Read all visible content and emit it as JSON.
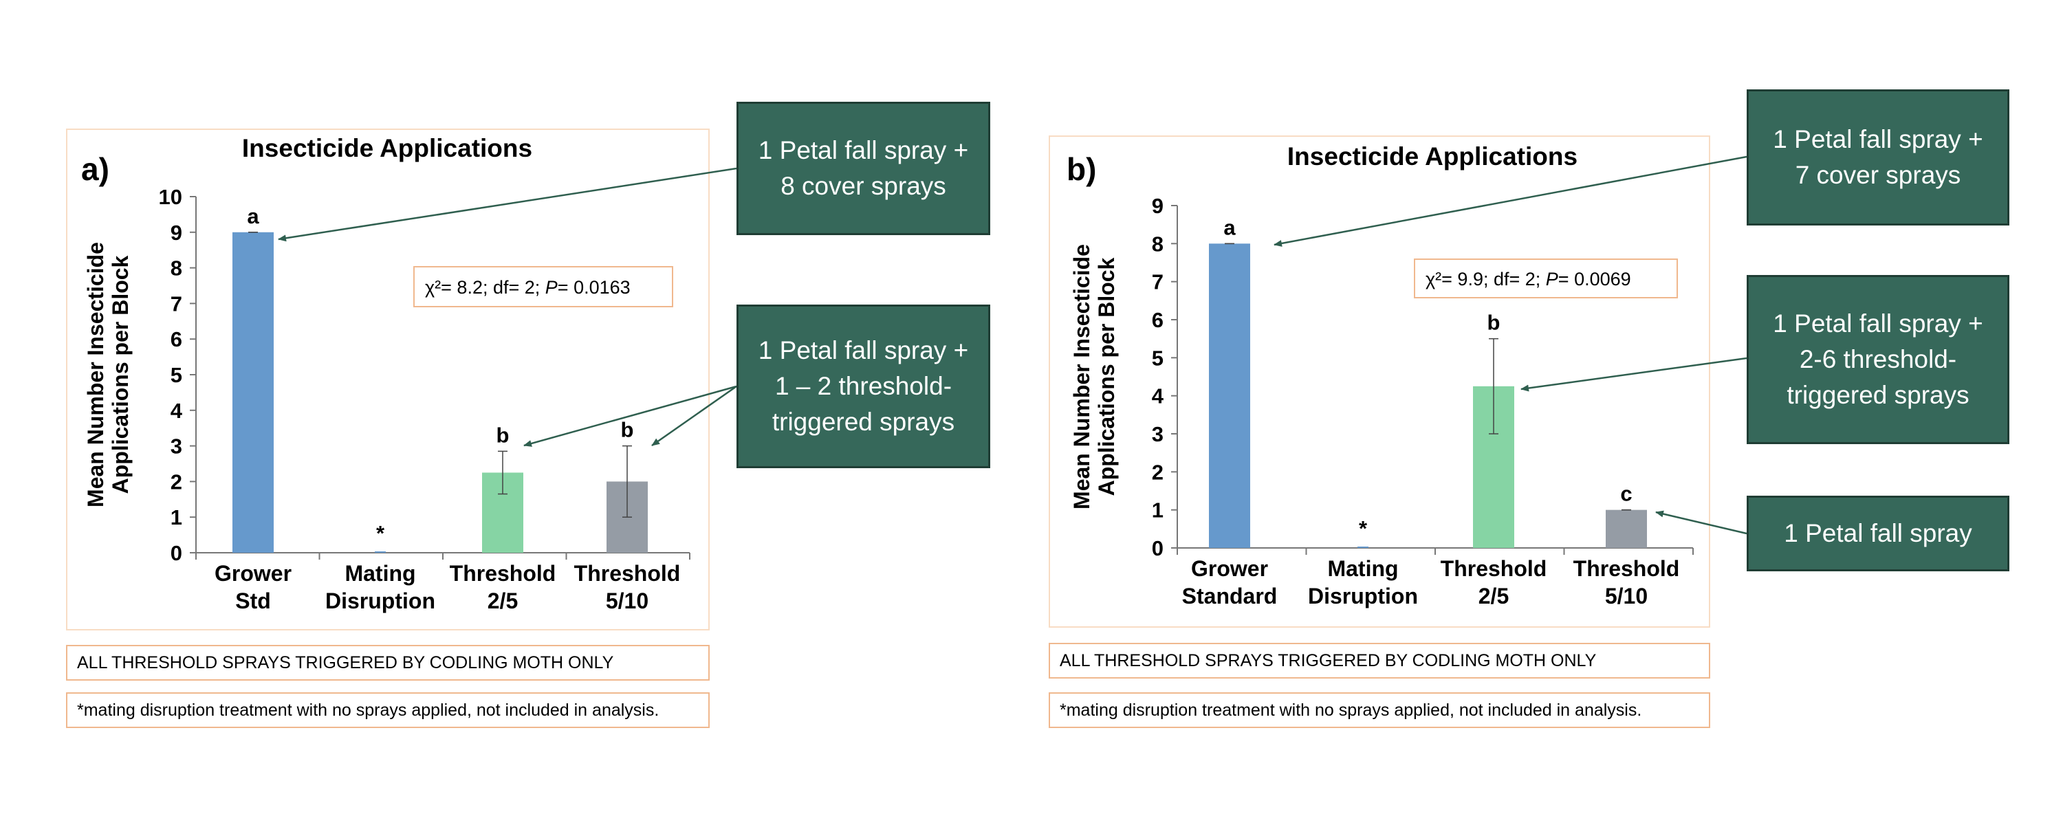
{
  "chart_data": [
    {
      "panel_label": "a)",
      "type": "bar",
      "title": "Insecticide Applications",
      "ylabel_lines": [
        "Mean Number Insecticide",
        "Applications per Block"
      ],
      "ylim": [
        0,
        10
      ],
      "yticks": [
        0,
        1,
        2,
        3,
        4,
        5,
        6,
        7,
        8,
        9,
        10
      ],
      "categories": [
        [
          "Grower",
          "Std"
        ],
        [
          "Mating",
          "Disruption"
        ],
        [
          "Threshold",
          "2/5"
        ],
        [
          "Threshold",
          "5/10"
        ]
      ],
      "values": [
        9,
        0,
        2.25,
        2.0
      ],
      "error_low": [
        9,
        0,
        1.65,
        1.0
      ],
      "error_high": [
        9,
        0,
        2.85,
        3.0
      ],
      "colors": [
        "#6699cc",
        "#6699cc",
        "#86d4a4",
        "#959ca5"
      ],
      "letters": [
        "a",
        "*",
        "b",
        "b"
      ],
      "stat_text": [
        "χ²= 8.2; df= 2; ",
        "P",
        "= 0.0163"
      ],
      "grid": false,
      "callouts": [
        {
          "text": "1 Petal fall spray +\n8 cover sprays"
        },
        {
          "text": "1 Petal fall spray +\n1 – 2 threshold-\ntriggered sprays"
        }
      ],
      "notes": [
        "ALL THRESHOLD SPRAYS TRIGGERED BY CODLING MOTH ONLY",
        "*mating disruption treatment with no sprays applied, not included in analysis."
      ]
    },
    {
      "panel_label": "b)",
      "type": "bar",
      "title": "Insecticide Applications",
      "ylabel_lines": [
        "Mean Number Insecticide",
        "Applications per Block"
      ],
      "ylim": [
        0,
        9
      ],
      "yticks": [
        0,
        1,
        2,
        3,
        4,
        5,
        6,
        7,
        8,
        9
      ],
      "categories": [
        [
          "Grower",
          "Standard"
        ],
        [
          "Mating",
          "Disruption"
        ],
        [
          "Threshold",
          "2/5"
        ],
        [
          "Threshold",
          "5/10"
        ]
      ],
      "values": [
        8,
        0,
        4.25,
        1.0
      ],
      "error_low": [
        8,
        0,
        3.0,
        1.0
      ],
      "error_high": [
        8,
        0,
        5.5,
        1.0
      ],
      "colors": [
        "#6699cc",
        "#6699cc",
        "#86d4a4",
        "#959ca5"
      ],
      "letters": [
        "a",
        "*",
        "b",
        "c"
      ],
      "stat_text": [
        "χ²= 9.9; df= 2; ",
        "P",
        "= 0.0069"
      ],
      "grid": false,
      "callouts": [
        {
          "text": "1 Petal fall spray +\n7 cover sprays"
        },
        {
          "text": "1 Petal fall spray +\n2-6 threshold-\ntriggered sprays"
        },
        {
          "text": "1 Petal fall spray"
        }
      ],
      "notes": [
        "ALL THRESHOLD SPRAYS TRIGGERED BY CODLING MOTH ONLY",
        "*mating disruption treatment with no sprays applied, not included in analysis."
      ]
    }
  ]
}
